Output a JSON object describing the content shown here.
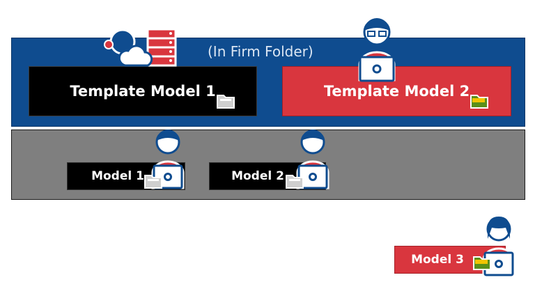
{
  "firm_folder": {
    "caption": "(In Firm Folder)",
    "templates": [
      {
        "label": "Template Model 1"
      },
      {
        "label": "Template Model 2"
      }
    ]
  },
  "local": {
    "models": [
      {
        "label": "Model 1"
      },
      {
        "label": "Model 2"
      }
    ]
  },
  "standalone": {
    "label": "Model 3"
  },
  "colors": {
    "firm_blue": "#0f4c8f",
    "accent_red": "#d9363e",
    "panel_gray": "#7f7f7f",
    "folder_gray": "#cfcfcf",
    "folder_green": "#5a8f1a",
    "folder_yellow": "#f2c400"
  },
  "icons": [
    "cloud-server-icon",
    "user-laptop-icon",
    "folder-icon",
    "open-folder-icon"
  ]
}
